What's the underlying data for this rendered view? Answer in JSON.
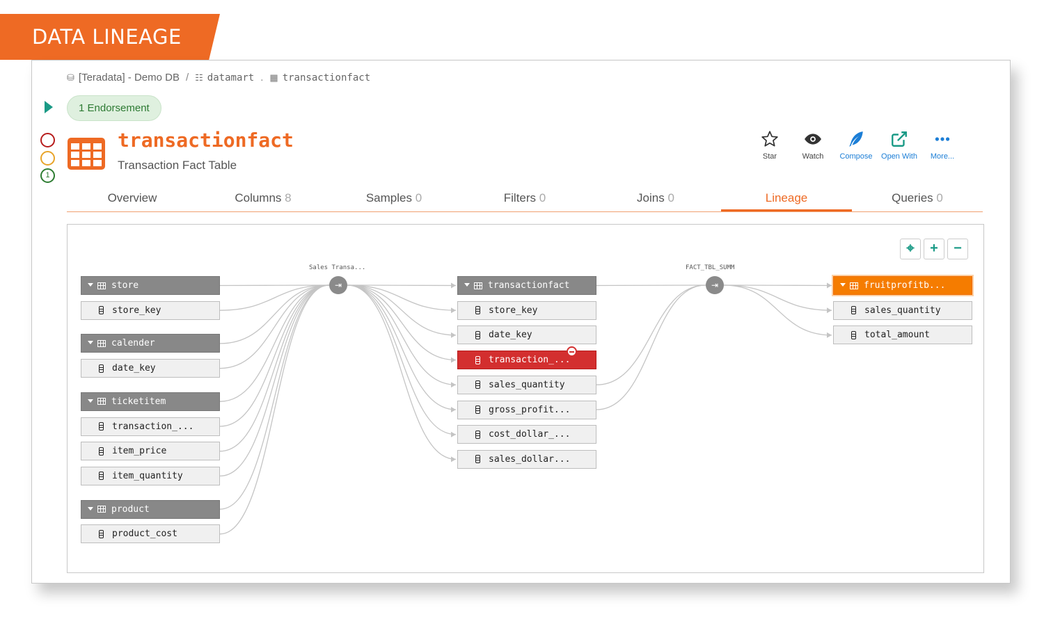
{
  "banner": "DATA LINEAGE",
  "breadcrumb": {
    "source": "[Teradata] - Demo DB",
    "sep1": "/",
    "schema": "datamart",
    "sep2": ".",
    "table": "transactionfact"
  },
  "endorsement": "1 Endorsement",
  "quality_badge": "1",
  "asset": {
    "name": "transactionfact",
    "description": "Transaction Fact Table"
  },
  "actions": [
    {
      "label": "Star",
      "icon": "star-icon"
    },
    {
      "label": "Watch",
      "icon": "eye-icon"
    },
    {
      "label": "Compose",
      "icon": "feather-icon"
    },
    {
      "label": "Open With",
      "icon": "external-link-icon"
    },
    {
      "label": "More...",
      "icon": "more-icon"
    }
  ],
  "tabs": [
    {
      "label": "Overview",
      "count": ""
    },
    {
      "label": "Columns",
      "count": "8"
    },
    {
      "label": "Samples",
      "count": "0"
    },
    {
      "label": "Filters",
      "count": "0"
    },
    {
      "label": "Joins",
      "count": "0"
    },
    {
      "label": "Lineage",
      "count": ""
    },
    {
      "label": "Queries",
      "count": "0"
    }
  ],
  "active_tab": "Lineage",
  "zoom_controls": [
    "⌖",
    "+",
    "−"
  ],
  "lineage": {
    "processes": [
      {
        "label": "Sales Transa..."
      },
      {
        "label": "FACT_TBL_SUMM"
      }
    ],
    "sources": [
      {
        "table": "store",
        "columns": [
          "store_key"
        ]
      },
      {
        "table": "calender",
        "columns": [
          "date_key"
        ]
      },
      {
        "table": "ticketitem",
        "columns": [
          "transaction_...",
          "item_price",
          "item_quantity"
        ]
      },
      {
        "table": "product",
        "columns": [
          "product_cost"
        ]
      }
    ],
    "center": {
      "table": "transactionfact",
      "columns": [
        "store_key",
        "date_key",
        "transaction_...",
        "sales_quantity",
        "gross_profit...",
        "cost_dollar_...",
        "sales_dollar..."
      ],
      "error_column": "transaction_..."
    },
    "target": {
      "table": "fruitprofitb...",
      "columns": [
        "sales_quantity",
        "total_amount"
      ]
    }
  },
  "colors": {
    "accent": "#ee6a24",
    "teal": "#1a9a86",
    "error": "#d32f2f",
    "target": "#f57c00",
    "node_header": "#888888"
  }
}
